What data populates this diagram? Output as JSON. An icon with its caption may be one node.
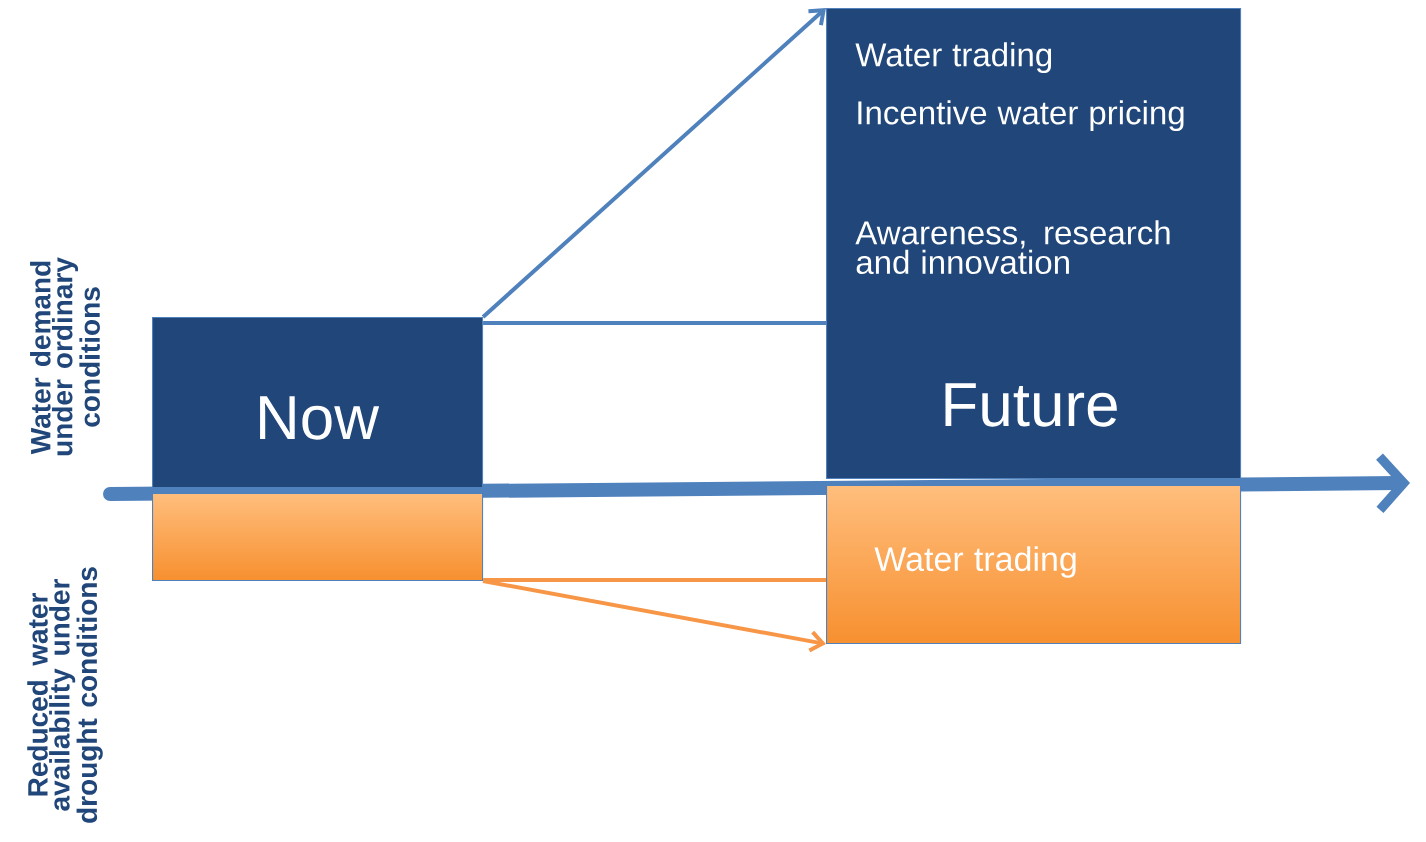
{
  "diagram": {
    "nodes": [
      {
        "text": [
          "Now"
        ]
      },
      {
        "text": [],
        "shape": "box"
      },
      {
        "text": [
          "Water trading",
          "Incentive water pricing",
          "Awareness, research and innovation",
          "Future"
        ]
      },
      {
        "text": [
          "Water trading"
        ]
      }
    ],
    "edges": [
      {
        "from": 0,
        "to": 2,
        "arrow": "to"
      },
      {
        "from": 0,
        "to": 2,
        "arrow": "none"
      },
      {
        "from": 1,
        "to": 3,
        "arrow": "none",
        "color": "#f79646"
      },
      {
        "from": 1,
        "to": 3,
        "arrow": "to",
        "color": "#f79646"
      }
    ],
    "labels": [
      "Water demand under ordinary conditions",
      "Reduced water availability under drought conditions"
    ]
  }
}
